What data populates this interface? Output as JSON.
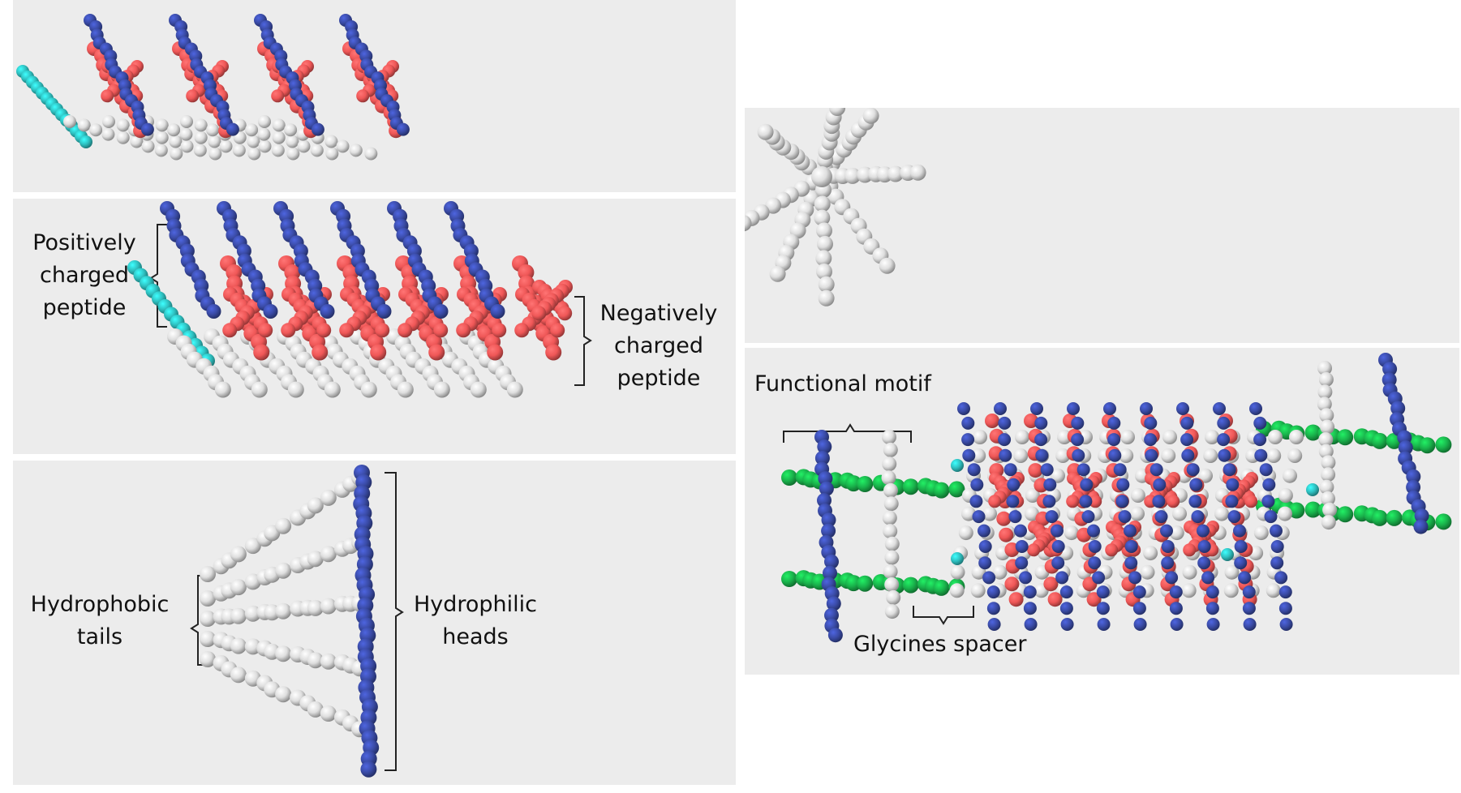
{
  "colors": {
    "positive": "#3a4ba6",
    "negative": "#ef5757",
    "hydrophobic": "#dedede",
    "alkyl_end": "#2ebfbf",
    "glycine": "#19b24b",
    "background": "#ececec"
  },
  "panel_a": {},
  "panel_b": {
    "positive_label": [
      "Positively",
      "charged",
      "peptide"
    ],
    "negative_label": [
      "Negatively",
      "charged",
      "peptide"
    ]
  },
  "panel_c": {
    "tails_label": [
      "Hydrophobic",
      "tails"
    ],
    "heads_label": [
      "Hydrophilic",
      "heads"
    ]
  },
  "panel_d": {},
  "panel_e": {
    "motif_label": "Functional motif",
    "spacer_label": "Glycines spacer"
  }
}
